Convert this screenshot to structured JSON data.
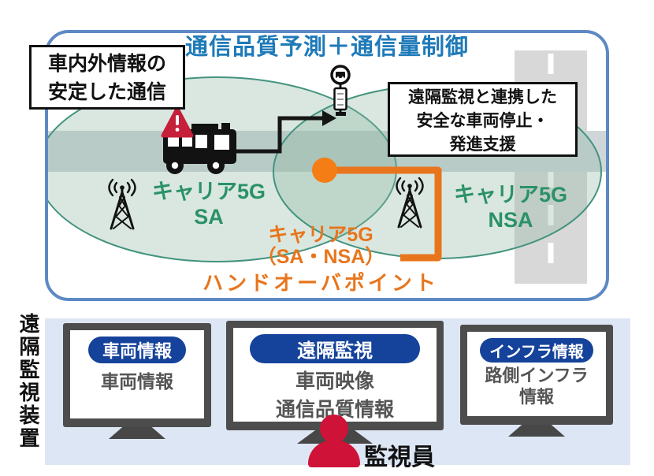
{
  "top_panel": {
    "title": "通信品質予測＋通信量制御",
    "callout_left": {
      "line1": "車内外情報の",
      "line2": "安定した通信"
    },
    "callout_right": {
      "line1": "遠隔監視と連携した",
      "line2": "安全な車両停止・",
      "line3": "発進支援"
    },
    "left_cell": {
      "line1": "キャリア5G",
      "line2": "SA"
    },
    "right_cell": {
      "line1": "キャリア5G",
      "line2": "NSA"
    },
    "handover": {
      "line1": "キャリア5G",
      "line2": "（SA・NSA）",
      "line3": "ハンドオーバポイント"
    }
  },
  "bottom_panel": {
    "side_label": "遠隔監視装置",
    "monitors": [
      {
        "badge": "車両情報",
        "lines": [
          "車両情報"
        ]
      },
      {
        "badge": "遠隔監視",
        "lines": [
          "車両映像",
          "通信品質情報"
        ]
      },
      {
        "badge": "インフラ情報",
        "lines": [
          "路側インフラ",
          "情報"
        ]
      }
    ],
    "operator_label": "監視員"
  },
  "icons": [
    "cell-tower-icon",
    "bus-icon",
    "warning-icon",
    "bus-stop-sign-icon",
    "handover-point-dot",
    "arrow-icon",
    "monitor-icon",
    "operator-icon"
  ],
  "colors": {
    "panel_border": "#5d89c4",
    "title_blue": "#1e7ab8",
    "coverage_stroke": "#43937f",
    "coverage_fill": "rgba(141,181,162,0.33)",
    "carrier_green": "#2b9167",
    "handover_orange": "#e8751c",
    "badge_blue": "#15429a",
    "alert_red": "#c51f39",
    "operator_red": "#cf1238",
    "road_gray": "#d8d8d8",
    "bottom_panel_bg": "#dde6f4",
    "monitor_frame": "#4d4d4d"
  }
}
